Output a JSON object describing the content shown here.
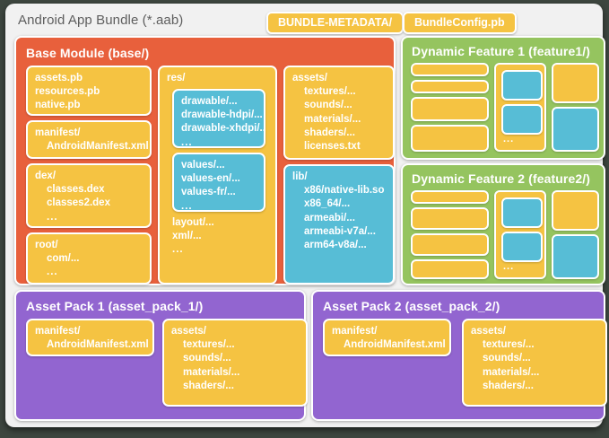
{
  "card": {
    "title": "Android App Bundle (*.aab)"
  },
  "chips": [
    {
      "id": "bundle-metadata",
      "label": "BUNDLE-METADATA/"
    },
    {
      "id": "bundle-config",
      "label": "BundleConfig.pb"
    }
  ],
  "base_module": {
    "title": "Base Module (base/)",
    "boxes": {
      "pb": {
        "lines": [
          "assets.pb",
          "resources.pb",
          "native.pb"
        ]
      },
      "manifest": {
        "lines": [
          "manifest/",
          "AndroidManifest.xml"
        ]
      },
      "dex": {
        "lines": [
          "dex/",
          "classes.dex",
          "classes2.dex",
          "..."
        ]
      },
      "root": {
        "lines": [
          "root/",
          "com/...",
          "..."
        ]
      },
      "res": {
        "header": "res/",
        "tail": [
          "layout/...",
          "xml/...",
          "..."
        ]
      },
      "drawable": {
        "lines": [
          "drawable/...",
          "drawable-hdpi/...",
          "drawable-xhdpi/...",
          "..."
        ]
      },
      "values": {
        "lines": [
          "values/...",
          "values-en/...",
          "values-fr/...",
          "..."
        ]
      },
      "assets": {
        "lines": [
          "assets/",
          "textures/...",
          "sounds/...",
          "materials/...",
          "shaders/...",
          "licenses.txt"
        ]
      },
      "lib": {
        "lines": [
          "lib/",
          "x86/native-lib.so",
          "x86_64/...",
          "armeabi/...",
          "armeabi-v7a/...",
          "arm64-v8a/..."
        ]
      }
    }
  },
  "features": [
    {
      "id": "feature-1",
      "title": "Dynamic Feature 1 (feature1/)",
      "dots": "..."
    },
    {
      "id": "feature-2",
      "title": "Dynamic Feature 2 (feature2/)",
      "dots": "..."
    }
  ],
  "asset_packs": [
    {
      "id": "asset-pack-1",
      "title": "Asset Pack 1 (asset_pack_1/)",
      "manifest": {
        "lines": [
          "manifest/",
          "AndroidManifest.xml"
        ]
      },
      "assets": {
        "lines": [
          "assets/",
          "textures/...",
          "sounds/...",
          "materials/...",
          "shaders/..."
        ]
      }
    },
    {
      "id": "asset-pack-2",
      "title": "Asset Pack 2 (asset_pack_2/)",
      "manifest": {
        "lines": [
          "manifest/",
          "AndroidManifest.xml"
        ]
      },
      "assets": {
        "lines": [
          "assets/",
          "textures/...",
          "sounds/...",
          "materials/...",
          "shaders/..."
        ]
      }
    }
  ],
  "colors": {
    "card_background": "#f1f1f1",
    "base_module": "#e8603c",
    "feature": "#95c45f",
    "asset_pack": "#9265d0",
    "file_yellow": "#f5c342",
    "file_blue": "#57bdd6",
    "page_background": "#3d463f"
  }
}
